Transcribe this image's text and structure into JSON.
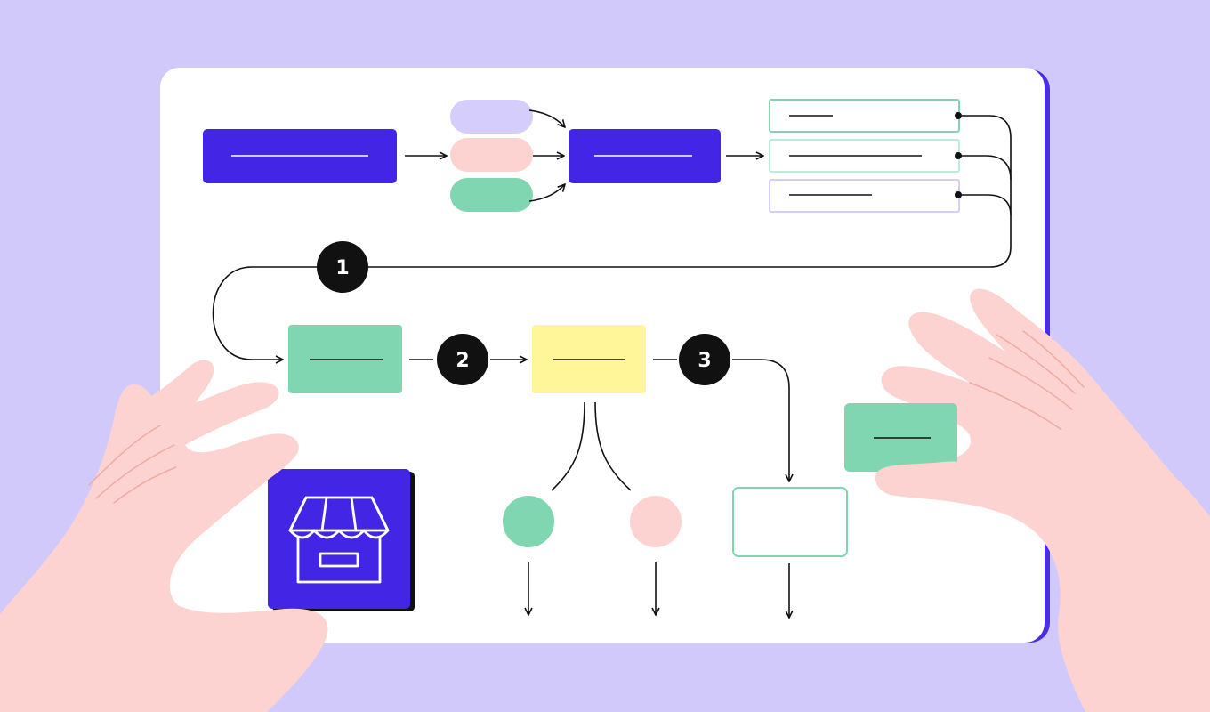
{
  "colors": {
    "background": "#d2c9fb",
    "board": "#ffffff",
    "board_shadow": "#4a2ee6",
    "primary_indigo": "#4325e6",
    "lavender": "#d5cdfb",
    "pink": "#fcd3d0",
    "green": "#80d6b0",
    "yellow": "#fff699",
    "line": "#111111",
    "skin": "#fcd3d0",
    "skin_line": "#eeaaa6"
  },
  "steps": [
    {
      "number": "1"
    },
    {
      "number": "2"
    },
    {
      "number": "3"
    }
  ],
  "icons": {
    "store": "storefront-icon"
  }
}
